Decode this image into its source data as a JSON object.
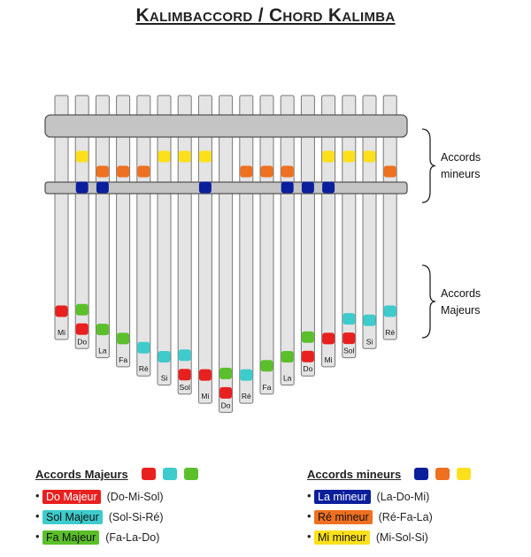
{
  "title": "Kalimbaccord / Chord Kalimba",
  "colors": {
    "red": "#e8201f",
    "cyan": "#3ecbcc",
    "green": "#5bbf2b",
    "blue": "#0b1f9c",
    "orange": "#ee7020",
    "yellow": "#fde01c",
    "tine": "#e4e4e4",
    "bar": "#c4c4c4",
    "outline": "#777777"
  },
  "brackets": {
    "mineurs": "Accords\nmineurs",
    "majeurs": "Accords\nMajeurs"
  },
  "tines": [
    {
      "note": "Mi",
      "length": 8,
      "major": "red",
      "minor": []
    },
    {
      "note": "Do",
      "length": 9,
      "major": "green",
      "major2": "red",
      "minor": [
        "yellow",
        "blue"
      ]
    },
    {
      "note": "La",
      "length": 10,
      "major": "green",
      "minor": [
        "orange",
        "blue"
      ]
    },
    {
      "note": "Fa",
      "length": 11,
      "major": "green",
      "minor": [
        "orange"
      ]
    },
    {
      "note": "Ré",
      "length": 12,
      "major": "cyan",
      "minor": [
        "orange"
      ]
    },
    {
      "note": "Si",
      "length": 13,
      "major": "cyan",
      "minor": [
        "yellow"
      ]
    },
    {
      "note": "Sol",
      "length": 14,
      "major": "cyan",
      "major2": "red",
      "minor": [
        "yellow"
      ]
    },
    {
      "note": "Mi",
      "length": 15,
      "major": "red",
      "minor": [
        "yellow",
        "blue"
      ]
    },
    {
      "note": "Do",
      "length": 16,
      "major": "green",
      "major2": "red",
      "minor": []
    },
    {
      "note": "Ré",
      "length": 15,
      "major": "cyan",
      "minor": [
        "orange"
      ]
    },
    {
      "note": "Fa",
      "length": 14,
      "major": "green",
      "minor": [
        "orange"
      ]
    },
    {
      "note": "La",
      "length": 13,
      "major": "green",
      "minor": [
        "orange",
        "blue"
      ]
    },
    {
      "note": "Do",
      "length": 12,
      "major": "green",
      "major2": "red",
      "minor": [
        "blue"
      ]
    },
    {
      "note": "Mi",
      "length": 11,
      "major": "red",
      "minor": [
        "yellow",
        "blue"
      ]
    },
    {
      "note": "Sol",
      "length": 10,
      "major": "cyan",
      "major2": "red",
      "minor": [
        "yellow"
      ]
    },
    {
      "note": "Si",
      "length": 9,
      "major": "cyan",
      "minor": [
        "yellow"
      ]
    },
    {
      "note": "Ré",
      "length": 8,
      "major": "cyan",
      "minor": [
        "orange"
      ]
    }
  ],
  "legend": {
    "majeurs": {
      "heading": "Accords Majeurs",
      "items": [
        {
          "label": "Do Majeur",
          "notes": "(Do-Mi-Sol)",
          "color": "red"
        },
        {
          "label": "Sol Majeur",
          "notes": "(Sol-Si-Ré)",
          "color": "cyan"
        },
        {
          "label": "Fa Majeur",
          "notes": "(Fa-La-Do)",
          "color": "green"
        }
      ]
    },
    "mineurs": {
      "heading": "Accords mineurs",
      "items": [
        {
          "label": "La mineur",
          "notes": "(La-Do-Mi)",
          "color": "blue"
        },
        {
          "label": "Ré mineur",
          "notes": "(Ré-Fa-La)",
          "color": "orange"
        },
        {
          "label": "Mi mineur",
          "notes": "(Mi-Sol-Si)",
          "color": "yellow"
        }
      ]
    }
  }
}
